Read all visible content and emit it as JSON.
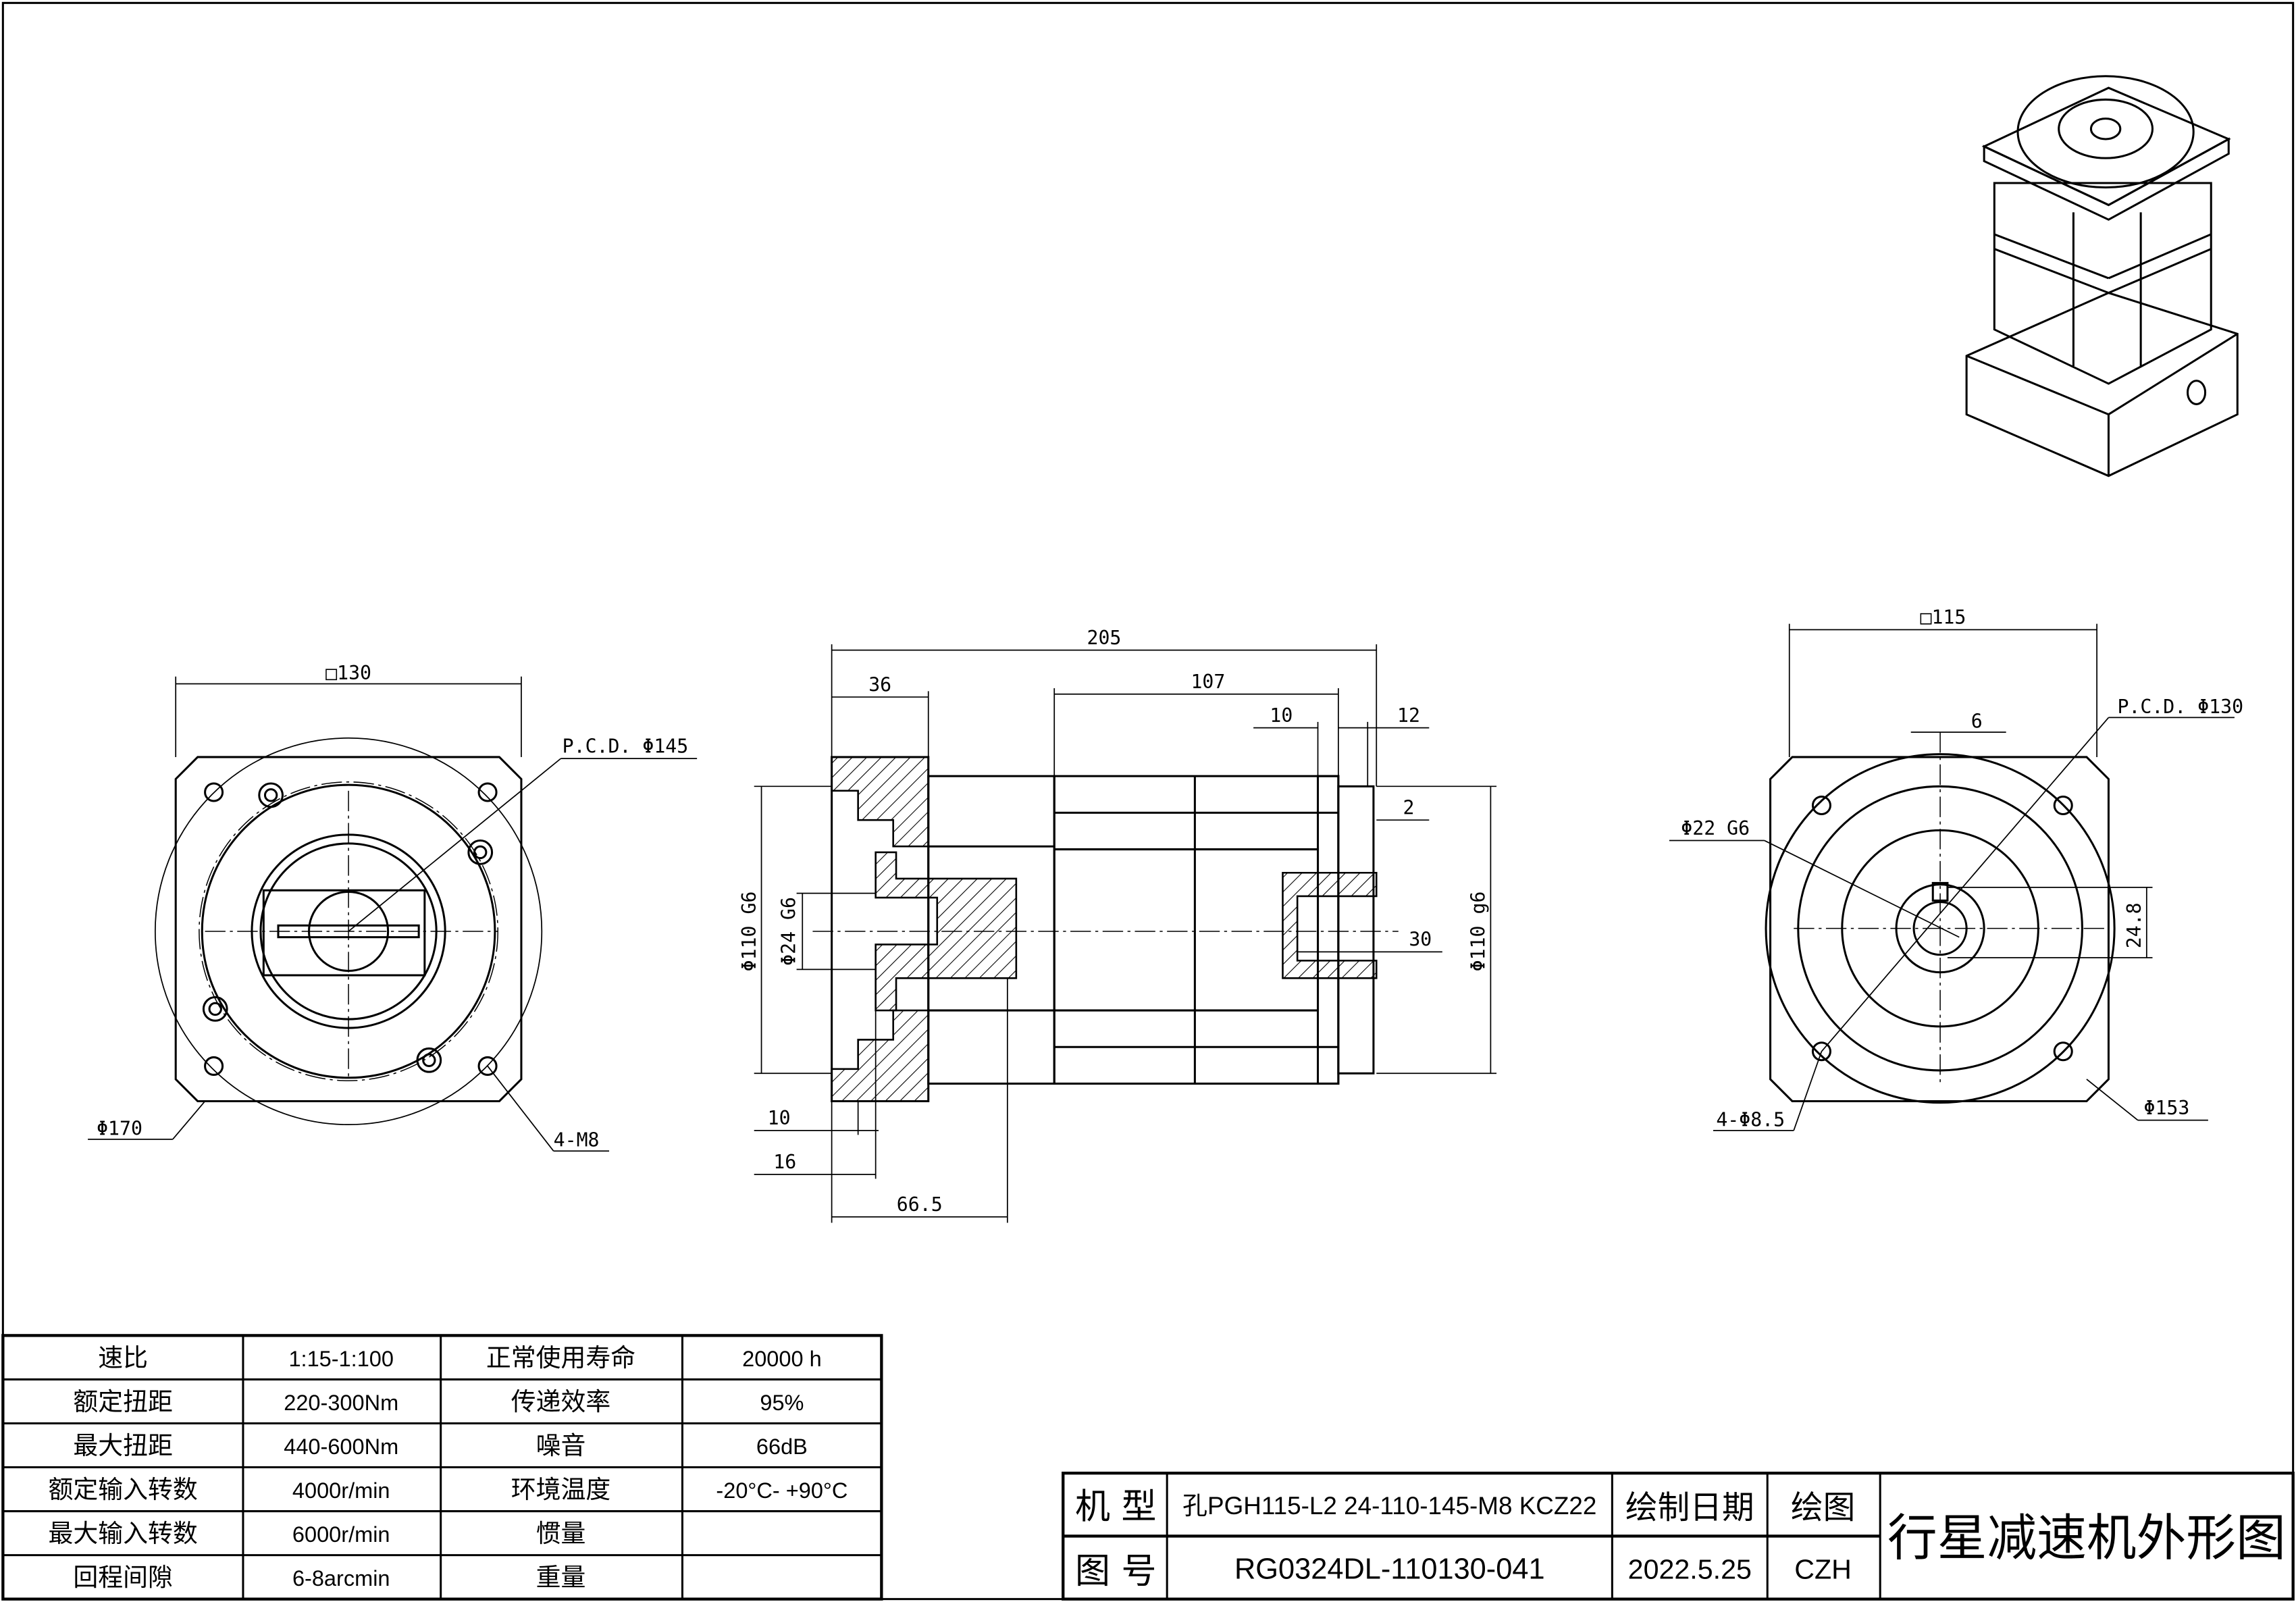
{
  "views": {
    "left": {
      "square": "□130",
      "pcd": "P.C.D. Φ145",
      "outer_dia": "Φ170",
      "holes": "4-M8"
    },
    "side": {
      "overall_length": "205",
      "flange_length": "36",
      "body_length": "107",
      "dim_10_top": "10",
      "dim_12": "12",
      "dim_2": "2",
      "input_pilot": "Φ110 G6",
      "input_bore": "Φ24 G6",
      "output_shaft_len": "30",
      "output_pilot": "Φ110 g6",
      "dim_10_bottom": "10",
      "dim_16": "16",
      "dim_66_5": "66.5"
    },
    "right": {
      "square": "□115",
      "pcd": "P.C.D. Φ130",
      "key_width": "6",
      "shaft": "Φ22 G6",
      "key_height": "24.8",
      "holes": "4-Φ8.5",
      "outer_dia": "Φ153"
    }
  },
  "spec_table": {
    "rows": [
      {
        "label1": "速比",
        "value1": "1:15-1:100",
        "label2": "正常使用寿命",
        "value2": "20000 h"
      },
      {
        "label1": "额定扭距",
        "value1": "220-300Nm",
        "label2": "传递效率",
        "value2": "95%"
      },
      {
        "label1": "最大扭距",
        "value1": "440-600Nm",
        "label2": "噪音",
        "value2": "66dB"
      },
      {
        "label1": "额定输入转数",
        "value1": "4000r/min",
        "label2": "环境温度",
        "value2": "-20°C- +90°C"
      },
      {
        "label1": "最大输入转数",
        "value1": "6000r/min",
        "label2": "惯量",
        "value2": ""
      },
      {
        "label1": "回程间隙",
        "value1": "6-8arcmin",
        "label2": "重量",
        "value2": ""
      }
    ]
  },
  "title_block": {
    "model_label": "机 型",
    "model_value": "孔PGH115-L2 24-110-145-M8 KCZ22",
    "date_label": "绘制日期",
    "drawer_label": "绘图",
    "drawing_no_label": "图 号",
    "drawing_no_value": "RG0324DL-110130-041",
    "date_value": "2022.5.25",
    "drawer_value": "CZH",
    "title": "行星减速机外形图"
  }
}
